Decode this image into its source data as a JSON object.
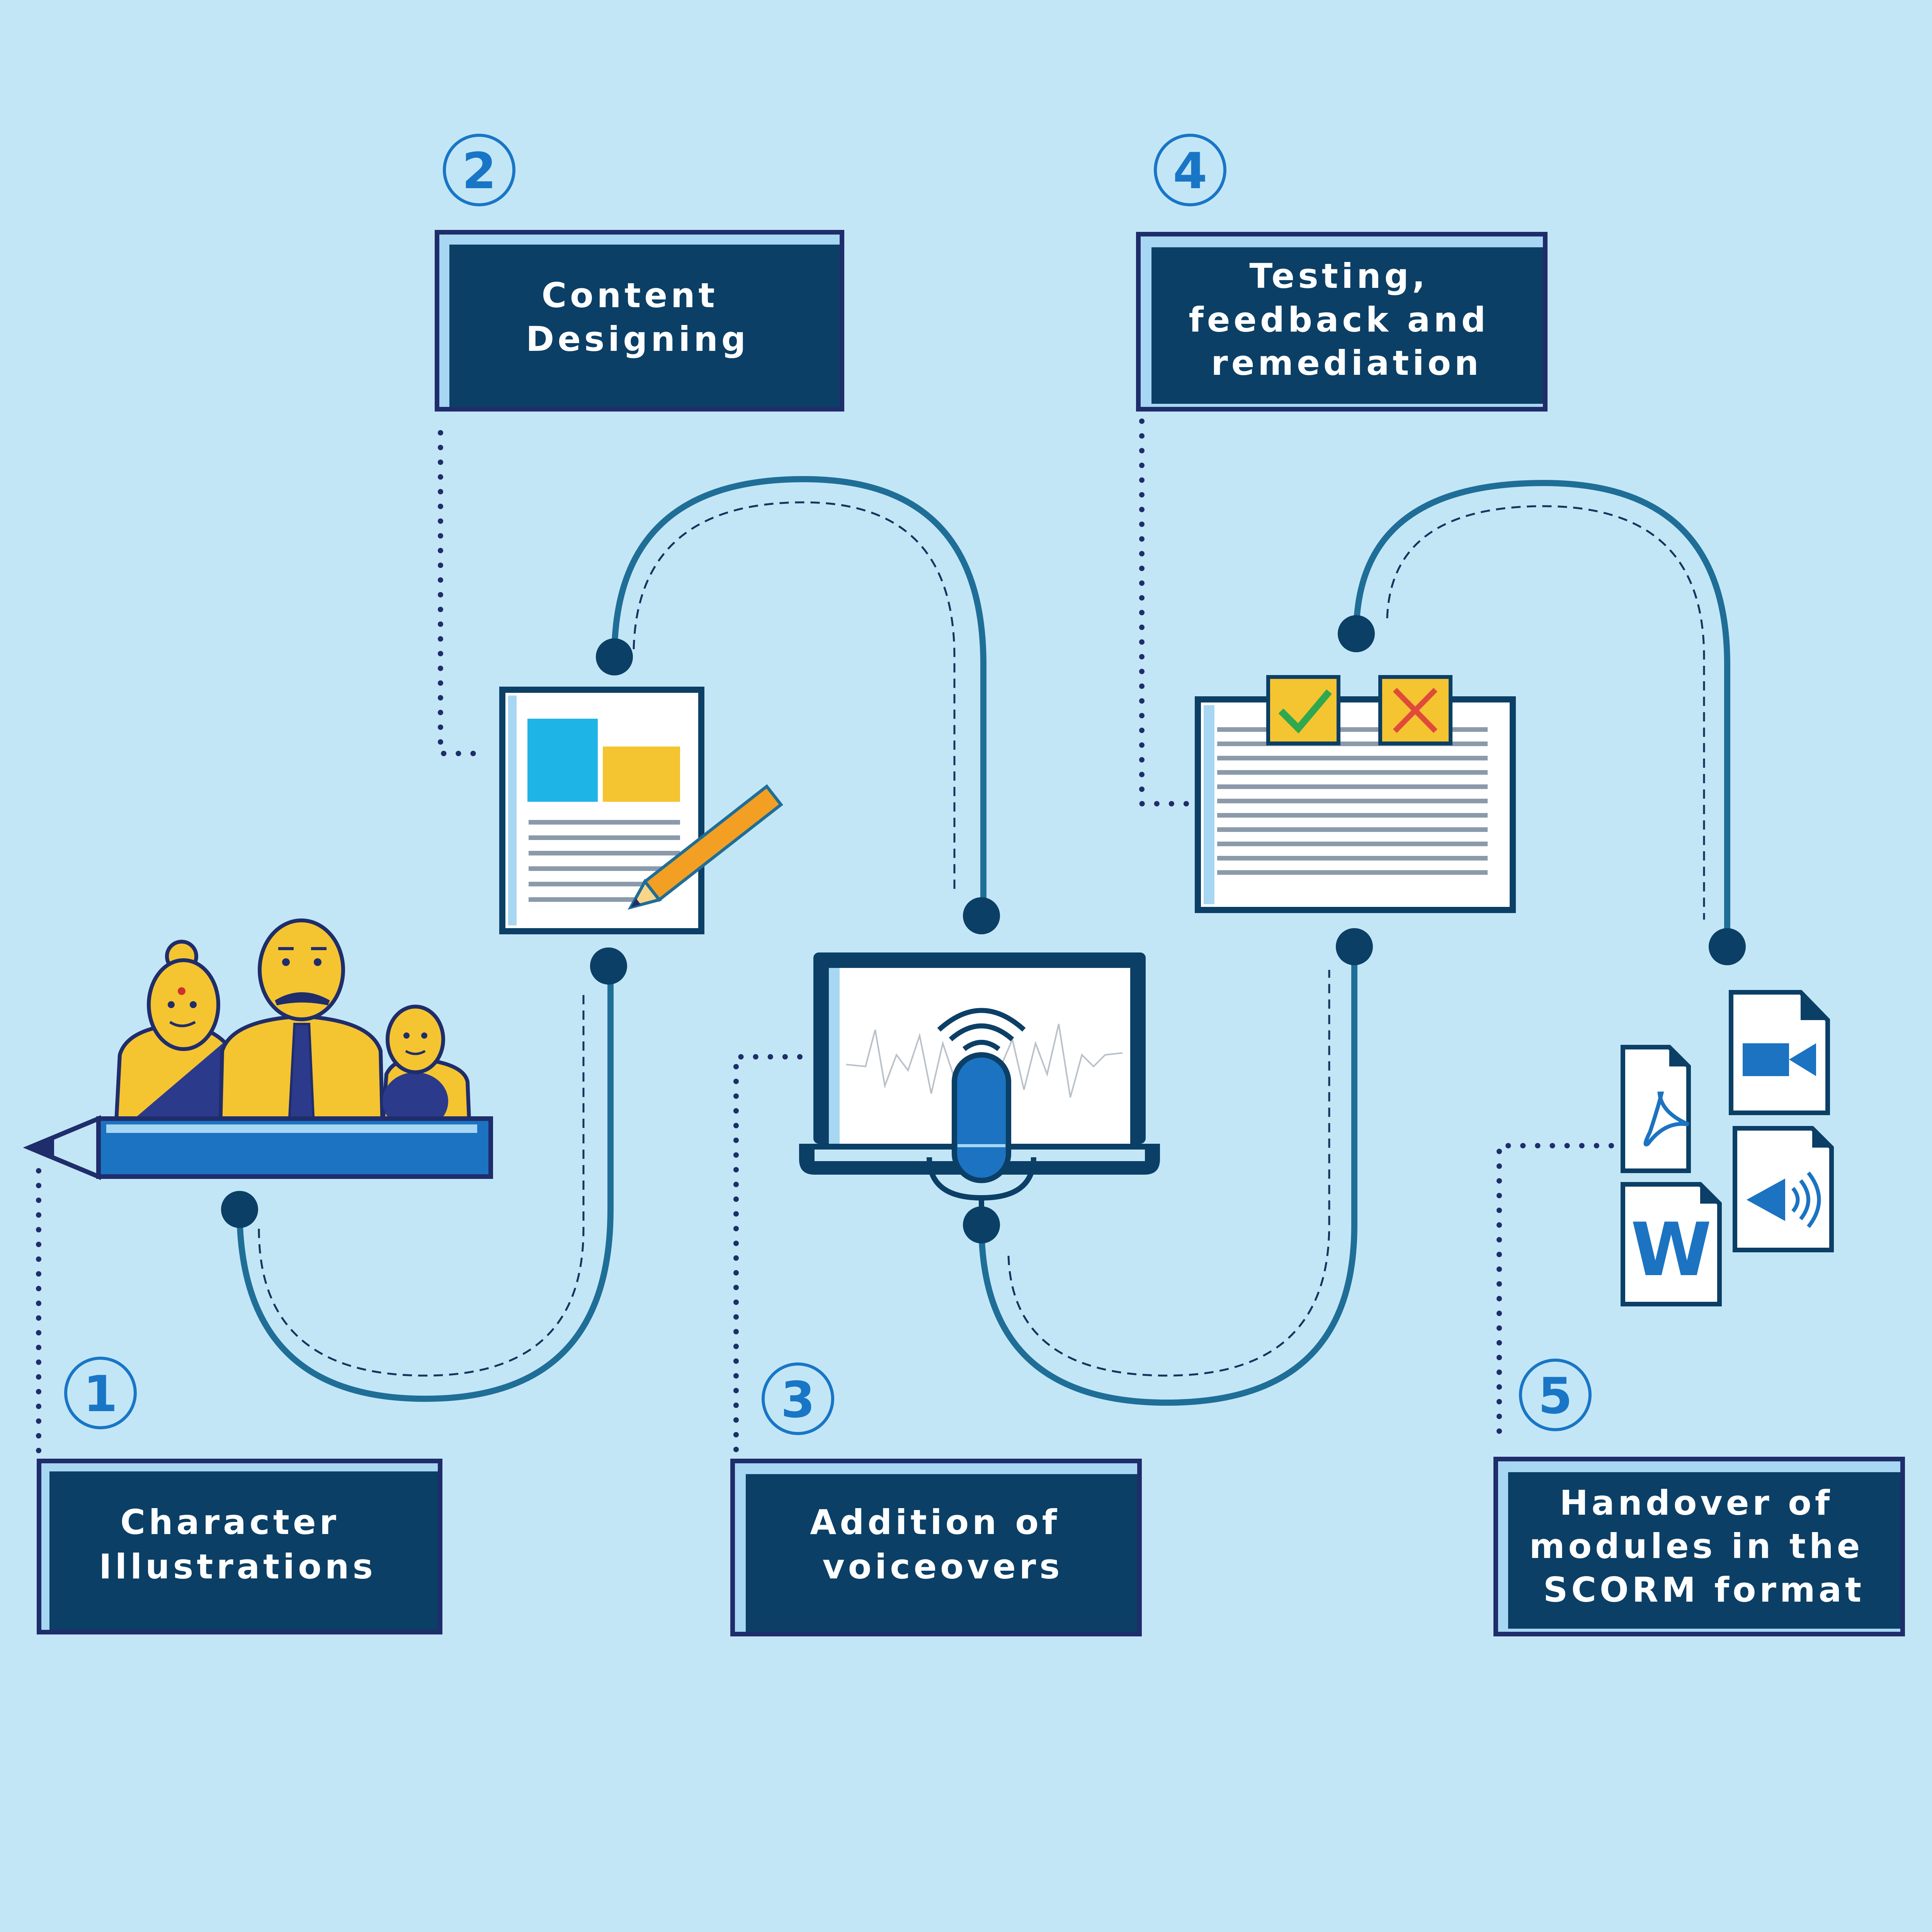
{
  "colors": {
    "background": "#c3e6f7",
    "box_fill": "#0b3f66",
    "box_border": "#1f2d6b",
    "path": "#1f6e97",
    "accent_yellow": "#f5c431",
    "accent_blue": "#1b73c1"
  },
  "steps": [
    {
      "number": "1",
      "lines": [
        "Character",
        "Illustrations"
      ],
      "icon": "characters-on-pencil-icon"
    },
    {
      "number": "2",
      "lines": [
        "Content",
        "Designing"
      ],
      "icon": "document-with-pencil-icon"
    },
    {
      "number": "3",
      "lines": [
        "Addition of",
        "voiceovers"
      ],
      "icon": "laptop-microphone-icon"
    },
    {
      "number": "4",
      "lines": [
        "Testing,",
        "feedback and",
        "remediation"
      ],
      "icon": "checklist-document-icon"
    },
    {
      "number": "5",
      "lines": [
        "Handover of",
        "modules in the",
        "SCORM format"
      ],
      "icon": "file-formats-icon"
    }
  ],
  "file_icons": [
    {
      "name": "pdf-file-icon"
    },
    {
      "name": "video-file-icon"
    },
    {
      "name": "word-file-icon",
      "label": "W"
    },
    {
      "name": "audio-file-icon"
    }
  ]
}
